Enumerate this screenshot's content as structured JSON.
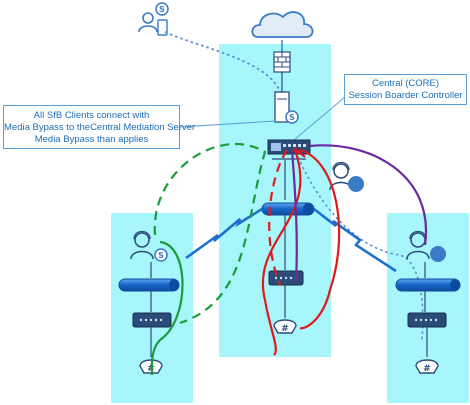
{
  "callouts": {
    "sfb_clients": {
      "line1": "All SfB Clients connect with",
      "line2": "Media Bypass to theCentral Mediation Server",
      "line3": "Media Bypass than applies"
    },
    "central_sbc": {
      "line1": "Central (CORE)",
      "line2": "Session Boarder Controller"
    }
  },
  "colors": {
    "zone_fill": "#a6f6fb",
    "wan_blue": "#1f6fd0",
    "line_green": "#1a9c3a",
    "line_red": "#e01919",
    "line_purple": "#6a2aa0",
    "dotted_blue": "#5b8fd0"
  },
  "icons": [
    "cloud-icon",
    "firewall-icon",
    "server-icon",
    "skype-icon",
    "sbc-device-icon",
    "router-icon",
    "switch-icon",
    "headset-user-icon",
    "phone-icon",
    "user-icon",
    "mobile-phone-icon"
  ]
}
